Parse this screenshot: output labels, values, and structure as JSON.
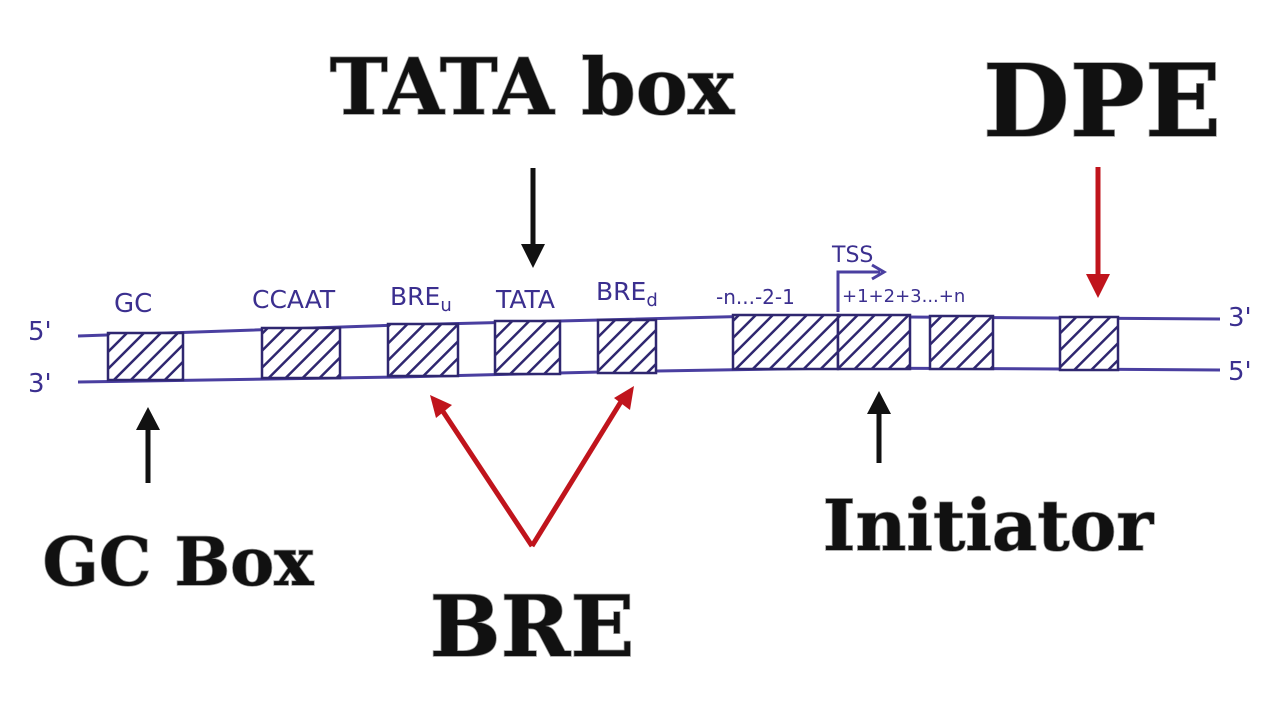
{
  "titles": {
    "tata_box": "TATA box",
    "dpe": "DPE",
    "gc_box": "GC Box",
    "bre": "BRE",
    "initiator": "Initiator"
  },
  "strand_ends": {
    "top_left": "5'",
    "bottom_left": "3'",
    "top_right": "3'",
    "bottom_right": "5'"
  },
  "element_labels": {
    "gc": "GC",
    "ccaat": "CCAAT",
    "bre_u_main": "BRE",
    "bre_u_sub": "u",
    "tata": "TATA",
    "bre_d_main": "BRE",
    "bre_d_sub": "d",
    "upstream_positions": "-n...-2-1",
    "downstream_positions": "+1+2+3...+n",
    "tss": "TSS"
  },
  "colors": {
    "strand": "#4a3fa0",
    "hatch": "#2f2770",
    "black_arrow": "#111111",
    "red_arrow": "#c0141c",
    "label_text": "#111111"
  }
}
